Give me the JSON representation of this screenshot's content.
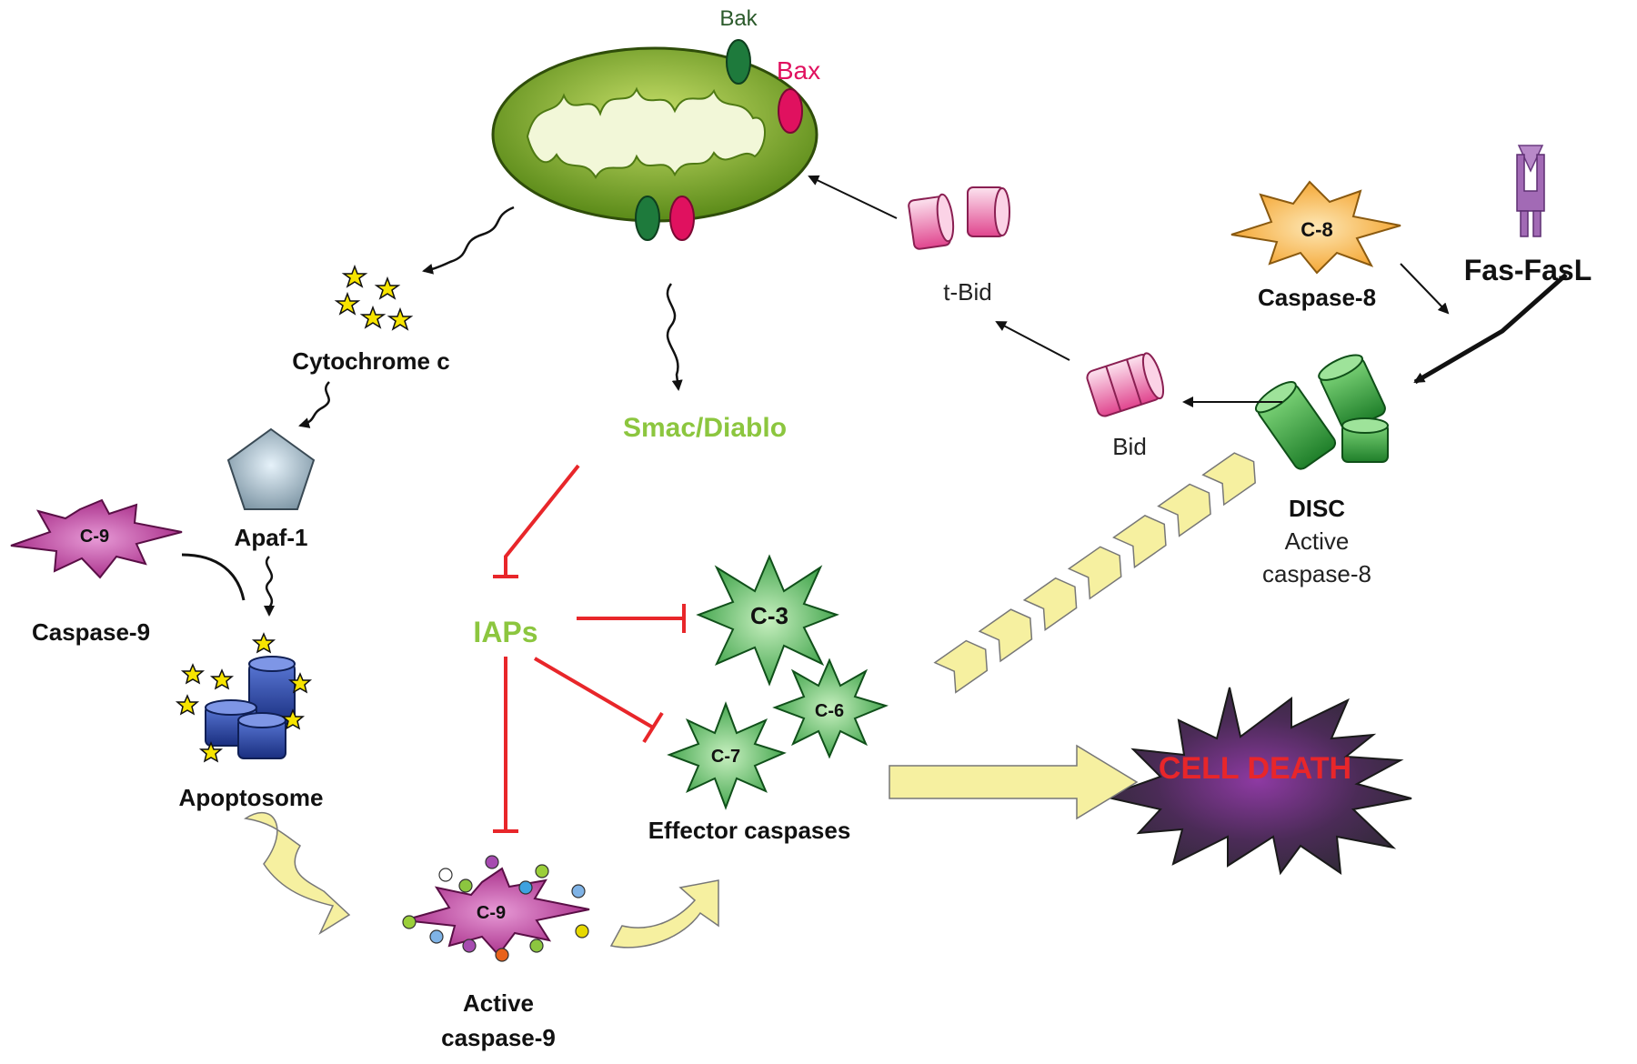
{
  "labels": {
    "bak": "Bak",
    "bax": "Bax",
    "t_bid": "t-Bid",
    "bid": "Bid",
    "caspase8_glyph": "C-8",
    "caspase8": "Caspase-8",
    "fas_fasl": "Fas-FasL",
    "disc": "DISC",
    "disc_sub1": "Active",
    "disc_sub2": "caspase-8",
    "cytochrome_c": "Cytochrome c",
    "apaf1": "Apaf-1",
    "caspase9_glyph": "C-9",
    "caspase9": "Caspase-9",
    "apoptosome": "Apoptosome",
    "smac_diablo": "Smac/Diablo",
    "iaps": "IAPs",
    "c3": "C-3",
    "c6": "C-6",
    "c7": "C-7",
    "effector_caspases": "Effector caspases",
    "active_c9_glyph": "C-9",
    "active_caspase9_line1": "Active",
    "active_caspase9_line2": "caspase-9",
    "cell_death": "CELL DEATH"
  },
  "colors": {
    "mito_green": "#6b9e1f",
    "bak": "#1e7a3c",
    "bax": "#e0115f",
    "bid_pink": "#e8559a",
    "caspase8": "#f7a531",
    "fas_purple": "#a26ab5",
    "disc_green": "#2e9b3a",
    "apaf_gray": "#8fa3b0",
    "caspase9": "#b0268f",
    "apoptosome_blue": "#1f3f9e",
    "effector_green": "#3fae49",
    "inhibit_red": "#e8262a",
    "green_text": "#8cc63f",
    "arrow_yellow": "#f6f0a0",
    "cell_death_dark": "#3a2a45",
    "cell_death_text": "#e8262a"
  }
}
